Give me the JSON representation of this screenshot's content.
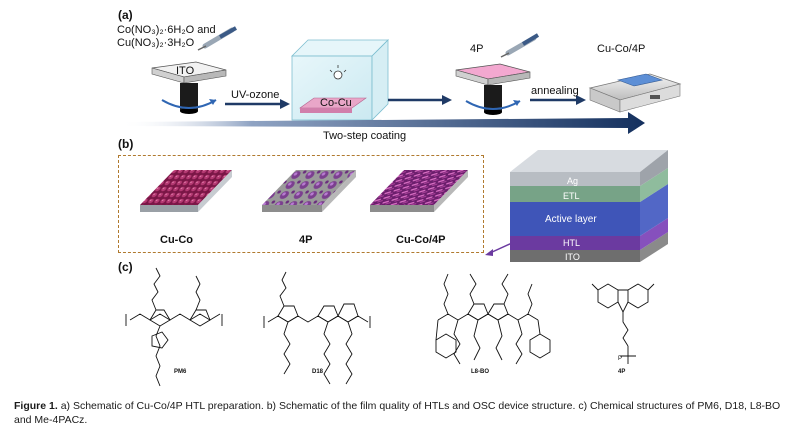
{
  "panel_a": {
    "label": "(a)",
    "reagent_line1": "Co(NO₃)₂·6H₂O and",
    "reagent_line2": "Cu(NO₃)₂·3H₂O",
    "ito_label": "ITO",
    "step_uv": "UV-ozone",
    "film_label": "Co-Cu",
    "fourp_label": "4P",
    "step_anneal": "annealing",
    "product_label": "Cu-Co/4P",
    "arrow_label": "Two-step coating"
  },
  "panel_b": {
    "label": "(b)",
    "films": [
      {
        "name": "Cu-Co"
      },
      {
        "name": "4P"
      },
      {
        "name": "Cu-Co/4P"
      }
    ],
    "device_layers": [
      "Ag",
      "ETL",
      "Active layer",
      "HTL",
      "ITO"
    ]
  },
  "panel_c": {
    "label": "(c)",
    "molecules": [
      {
        "name": "PM6"
      },
      {
        "name": "D18"
      },
      {
        "name": "L8-BO"
      },
      {
        "name": "4P"
      }
    ]
  },
  "caption": {
    "figure_label": "Figure 1.",
    "text": "a) Schematic of Cu-Co/4P HTL preparation. b) Schematic of the film quality of HTLs and OSC device structure. c) Chemical structures of PM6, D18, L8-BO and Me-4PACz."
  },
  "colors": {
    "dash_border": "#b07a2f",
    "arrow_dark": "#1f3a66",
    "film_pink": "#e9a6c8",
    "film_cucu": "#d97fb4",
    "active_layer": "#3f55b8",
    "htl": "#6b3aa0",
    "etl": "#6fa07a"
  }
}
